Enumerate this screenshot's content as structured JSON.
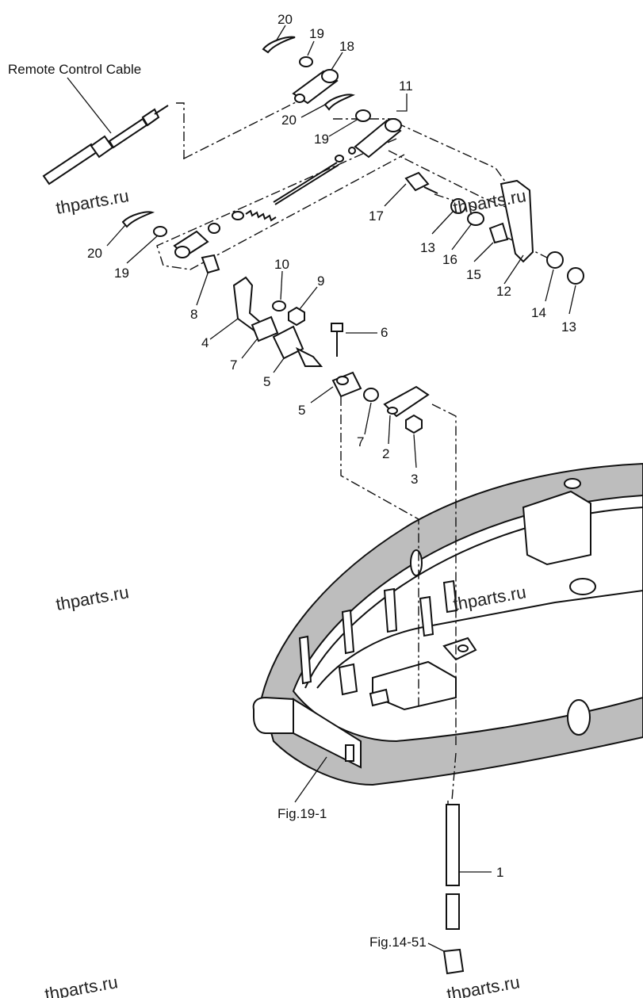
{
  "labels": {
    "remote_control_cable": "Remote Control Cable",
    "fig_19_1": "Fig.19-1",
    "fig_14_51": "Fig.14-51"
  },
  "callouts": {
    "c1": "1",
    "c2": "2",
    "c3": "3",
    "c4": "4",
    "c5a": "5",
    "c5b": "5",
    "c6": "6",
    "c7a": "7",
    "c7b": "7",
    "c8": "8",
    "c9": "9",
    "c10": "10",
    "c11": "11",
    "c12": "12",
    "c13a": "13",
    "c13b": "13",
    "c14": "14",
    "c15": "15",
    "c16": "16",
    "c17": "17",
    "c18": "18",
    "c19a": "19",
    "c19b": "19",
    "c19c": "19",
    "c20a": "20",
    "c20b": "20",
    "c20c": "20"
  },
  "watermarks": [
    "thparts.ru",
    "thparts.ru",
    "thparts.ru",
    "thparts.ru",
    "thparts.ru",
    "thparts.ru"
  ]
}
